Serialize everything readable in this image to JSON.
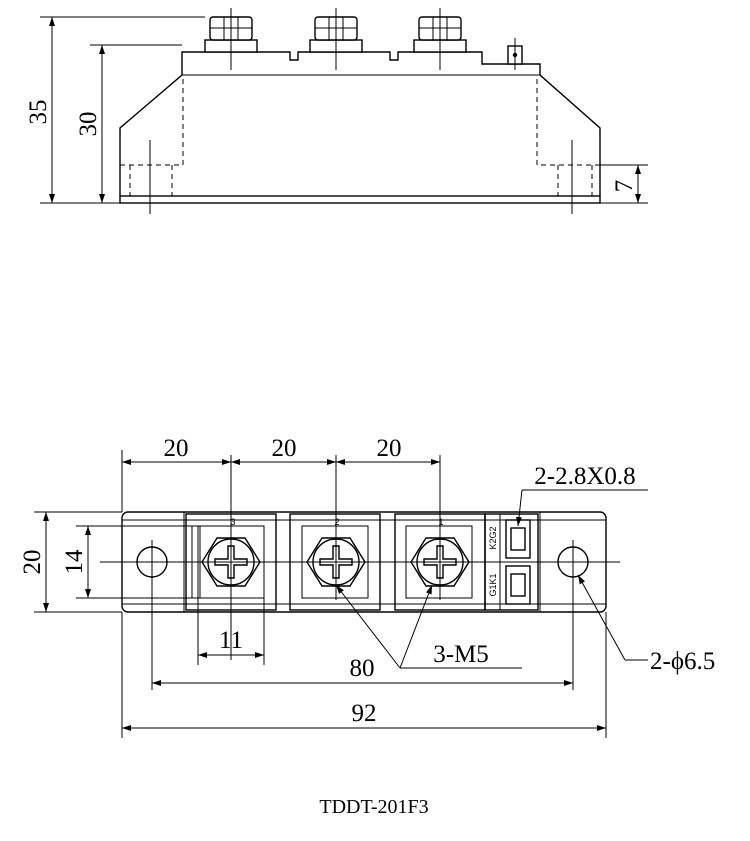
{
  "side_view": {
    "dim_total_height": "35",
    "dim_body_height": "30",
    "dim_base_height": "7"
  },
  "top_view": {
    "dim_pitch_1": "20",
    "dim_pitch_2": "20",
    "dim_pitch_3": "20",
    "dim_width": "20",
    "dim_inner_width": "14",
    "dim_terminal_width": "11",
    "dim_hole_spacing": "80",
    "dim_overall_length": "92",
    "label_tab_terminals": "2-2.8X0.8",
    "label_screw_terminals": "3-M5",
    "label_mount_holes": "2-ϕ6.5",
    "terminal_numbers": [
      "3",
      "2",
      "1"
    ],
    "gate_labels": [
      "K2G2",
      "G1K1"
    ]
  },
  "caption": "TDDT-201F3"
}
